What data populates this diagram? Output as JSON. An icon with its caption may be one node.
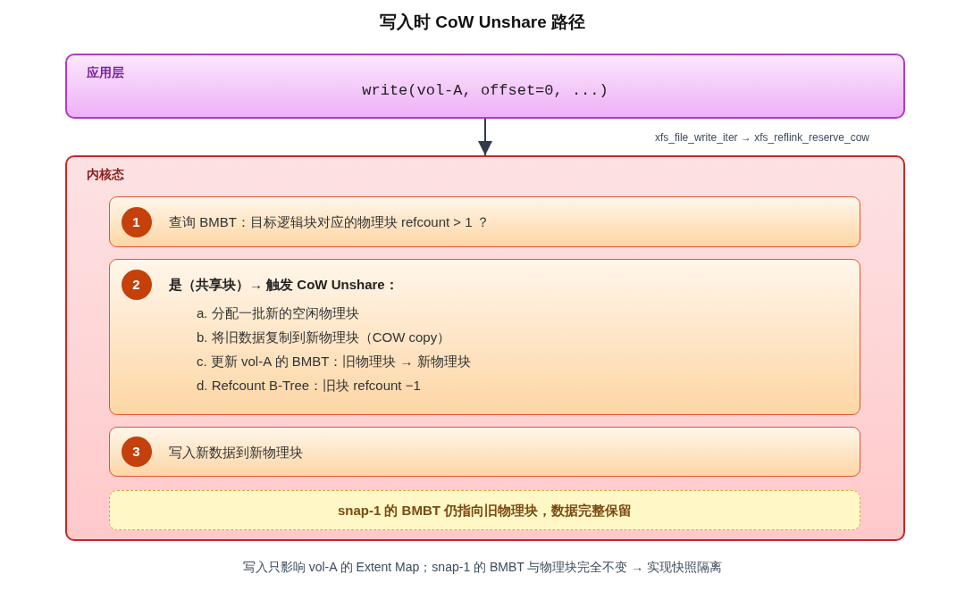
{
  "diagram": {
    "title": "写入时 CoW Unshare 路径",
    "caption": "写入只影响 vol-A 的 Extent Map；snap-1 的 BMBT 与物理块完全不变 → 实现快照隔离",
    "nodes": [
      {
        "text": [
          "应用层",
          "write(vol-A, offset=0, ...)"
        ]
      },
      {
        "text": [
          "内核态"
        ]
      },
      {
        "text": [
          "查询 BMBT：目标逻辑块对应的物理块 refcount > 1 ？"
        ],
        "in": 1
      },
      {
        "text": [
          "1"
        ],
        "in": 2
      },
      {
        "text": [
          "是（共享块）→ 触发 CoW Unshare：",
          "a. 分配一批新的空闲物理块",
          "b. 将旧数据复制到新物理块（COW copy）",
          "c. 更新 vol-A 的 BMBT：旧物理块 → 新物理块",
          "d. Refcount B-Tree：旧块 refcount −1"
        ],
        "in": 1
      },
      {
        "text": [
          "2"
        ],
        "in": 4
      },
      {
        "text": [
          "写入新数据到新物理块"
        ],
        "in": 1
      },
      {
        "text": [
          "3"
        ],
        "in": 6
      },
      {
        "text": [
          "snap-1 的 BMBT 仍指向旧物理块，数据完整保留"
        ],
        "in": 1
      }
    ],
    "edges": [
      {
        "from": 0,
        "to": 1,
        "arrow": "to"
      }
    ],
    "labels": [
      "xfs_file_write_iter → xfs_reflink_reserve_cow"
    ]
  }
}
